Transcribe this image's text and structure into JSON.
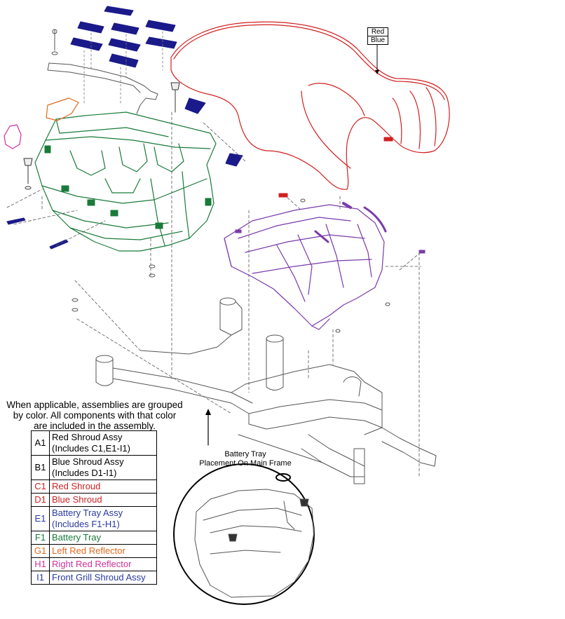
{
  "note_lines": [
    "When applicable, assemblies are grouped",
    "by color. All components with that color",
    "are included in the assembly."
  ],
  "color_tag": {
    "red": "Red",
    "blue": "Blue"
  },
  "callout": {
    "line1": "Battery Tray",
    "line2": "Placement On Main Frame"
  },
  "legend": [
    {
      "code": "A1",
      "line1": "Red Shroud Assy",
      "line2": "(Includes C1,E1-I1)",
      "color": "#000000"
    },
    {
      "code": "B1",
      "line1": "Blue Shroud Assy",
      "line2": "(Includes D1-I1)",
      "color": "#000000"
    },
    {
      "code": "C1",
      "line1": "Red Shroud",
      "line2": "",
      "color": "#cc2222"
    },
    {
      "code": "D1",
      "line1": "Blue Shroud",
      "line2": "",
      "color": "#cc2222"
    },
    {
      "code": "E1",
      "line1": "Battery Tray Assy",
      "line2": "(Includes F1-H1)",
      "color": "#2a3aa0"
    },
    {
      "code": "F1",
      "line1": "Battery Tray",
      "line2": "",
      "color": "#1a7a3a"
    },
    {
      "code": "G1",
      "line1": "Left Red Reflector",
      "line2": "",
      "color": "#e06a20"
    },
    {
      "code": "H1",
      "line1": "Right Red Reflector",
      "line2": "",
      "color": "#d0309a"
    },
    {
      "code": "I1",
      "line1": "Front Grill Shroud Assy",
      "line2": "",
      "color": "#2a3aa0"
    }
  ],
  "colors": {
    "shroud_red": "#d02020",
    "pads_blue": "#1a1a8a",
    "tray_green": "#1a7a3a",
    "grill_purple": "#7a3aaa",
    "reflector_orange": "#e06a20",
    "reflector_magenta": "#d0309a",
    "frame_gray": "#555555"
  }
}
